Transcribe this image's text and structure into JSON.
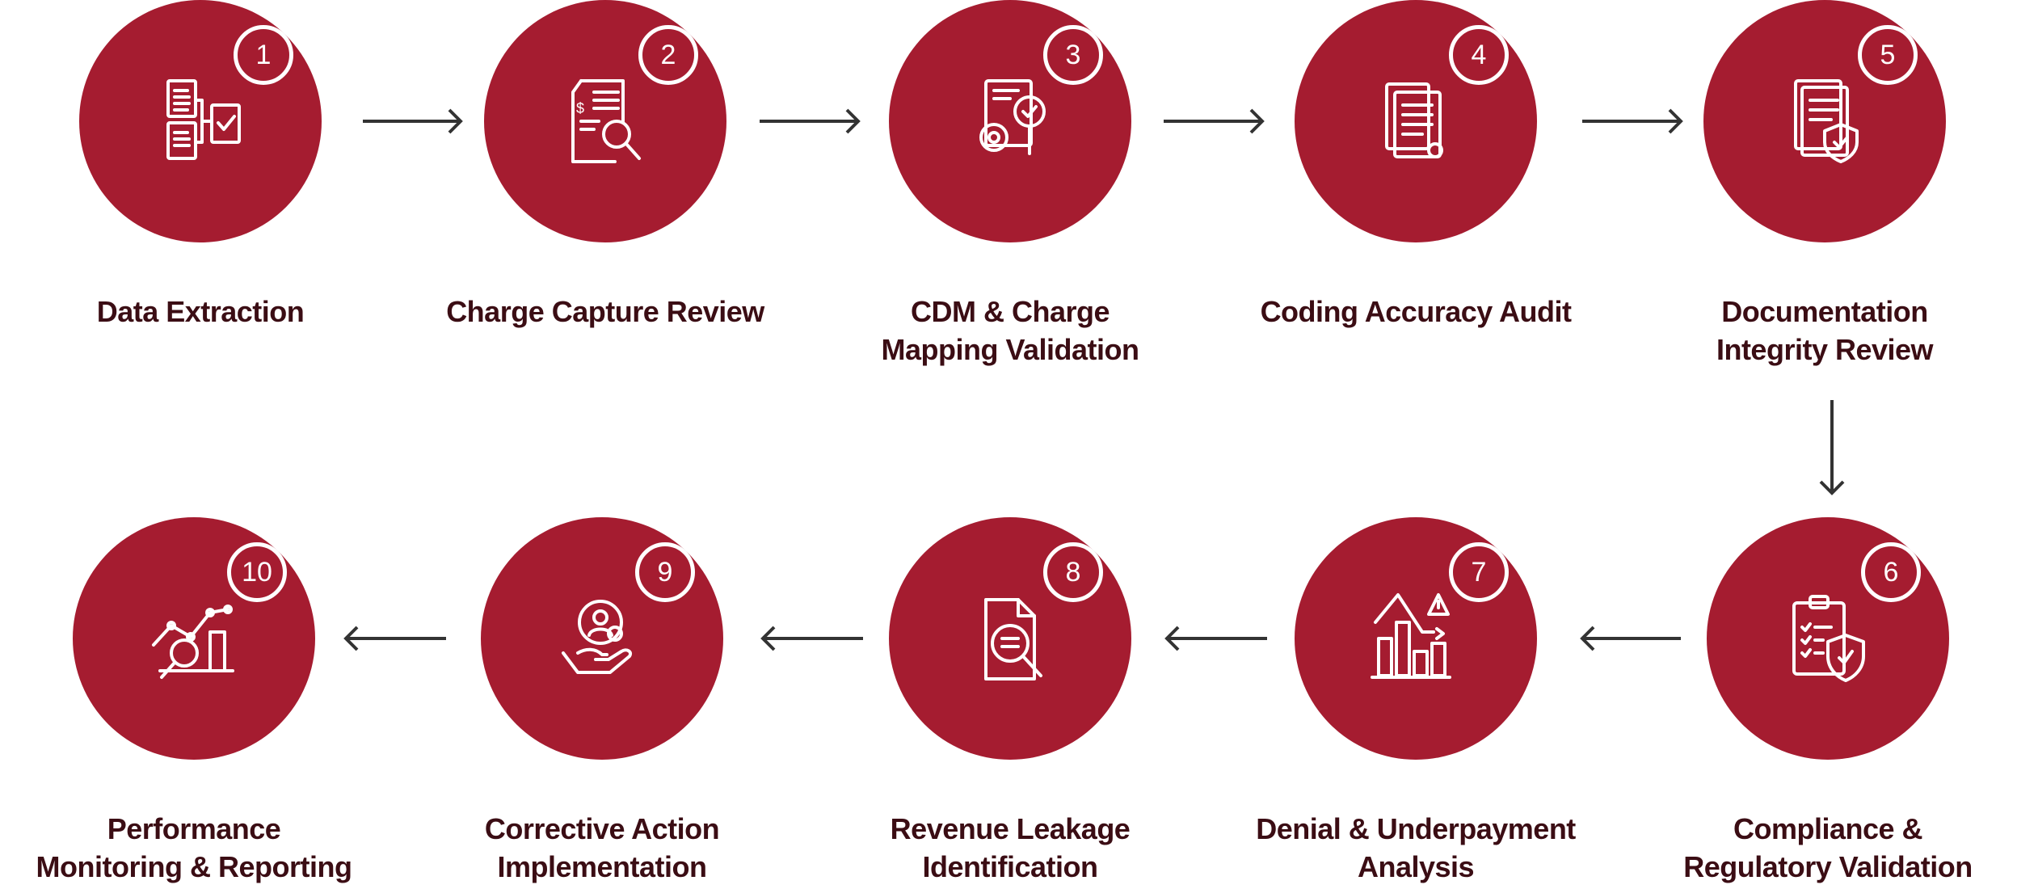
{
  "colors": {
    "accent": "#A51C30",
    "text": "#3B0D14",
    "arrow": "#333333"
  },
  "steps": [
    {
      "number": "1",
      "lines": [
        "Data Extraction",
        ""
      ],
      "icon": "documents-merge-check-icon"
    },
    {
      "number": "2",
      "lines": [
        "Charge Capture Review",
        ""
      ],
      "icon": "invoice-search-icon"
    },
    {
      "number": "3",
      "lines": [
        "CDM & Charge",
        "Mapping Validation"
      ],
      "icon": "gear-document-search-icon"
    },
    {
      "number": "4",
      "lines": [
        "Coding Accuracy Audit",
        ""
      ],
      "icon": "documents-check-icon"
    },
    {
      "number": "5",
      "lines": [
        "Documentation",
        "Integrity Review"
      ],
      "icon": "document-shield-icon"
    },
    {
      "number": "6",
      "lines": [
        "Compliance &",
        "Regulatory Validation"
      ],
      "icon": "clipboard-shield-icon"
    },
    {
      "number": "7",
      "lines": [
        "Denial & Underpayment",
        "Analysis"
      ],
      "icon": "declining-chart-warning-icon"
    },
    {
      "number": "8",
      "lines": [
        "Revenue Leakage",
        "Identification"
      ],
      "icon": "document-magnifier-icon"
    },
    {
      "number": "9",
      "lines": [
        "Corrective Action",
        "Implementation"
      ],
      "icon": "hand-gear-user-icon"
    },
    {
      "number": "10",
      "lines": [
        "Performance",
        "Monitoring & Reporting"
      ],
      "icon": "analytics-magnifier-icon"
    }
  ]
}
